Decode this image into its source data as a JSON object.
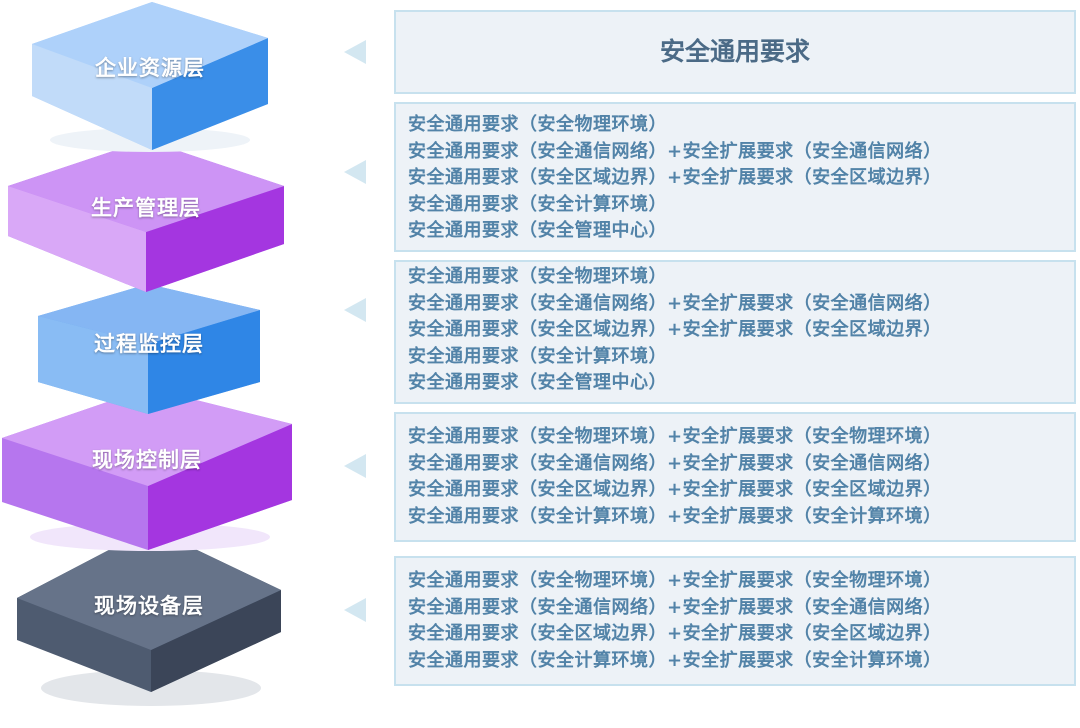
{
  "layers": [
    {
      "label": "企业资源层",
      "color": "#9ec8f6",
      "top_color": "#a9cefa",
      "side_color": "#b9d6f8"
    },
    {
      "label": "生产管理层",
      "color": "#c98cf2",
      "top_color": "#cd94f5",
      "side_color": "#a436e0"
    },
    {
      "label": "过程监控层",
      "color": "#7fb5f2",
      "top_color": "#85b6f3",
      "side_color": "#2f86e6"
    },
    {
      "label": "现场控制层",
      "color": "#c98cf2",
      "top_color": "#d29cf6",
      "side_color": "#a436e0"
    },
    {
      "label": "现场设备层",
      "color": "#5b6a82",
      "top_color": "#5f6d85",
      "side_color": "#3c475a"
    }
  ],
  "panels": [
    {
      "title": "安全通用要求"
    },
    {
      "lines": [
        "安全通用要求（安全物理环境）",
        "安全通用要求（安全通信网络）+安全扩展要求（安全通信网络）",
        "安全通用要求（安全区域边界）+安全扩展要求（安全区域边界）",
        "安全通用要求（安全计算环境）",
        "安全通用要求（安全管理中心）"
      ]
    },
    {
      "lines": [
        "安全通用要求（安全物理环境）",
        "安全通用要求（安全通信网络）+安全扩展要求（安全通信网络）",
        "安全通用要求（安全区域边界）+安全扩展要求（安全区域边界）",
        "安全通用要求（安全计算环境）",
        "安全通用要求（安全管理中心）"
      ]
    },
    {
      "lines": [
        "安全通用要求（安全物理环境）+安全扩展要求（安全物理环境）",
        "安全通用要求（安全通信网络）+安全扩展要求（安全通信网络）",
        "安全通用要求（安全区域边界）+安全扩展要求（安全区域边界）",
        "安全通用要求（安全计算环境）+安全扩展要求（安全计算环境）"
      ]
    },
    {
      "lines": [
        "安全通用要求（安全物理环境）+安全扩展要求（安全物理环境）",
        "安全通用要求（安全通信网络）+安全扩展要求（安全通信网络）",
        "安全通用要求（安全区域边界）+安全扩展要求（安全区域边界）",
        "安全通用要求（安全计算环境）+安全扩展要求（安全计算环境）"
      ]
    }
  ],
  "colors": {
    "panel_bg": "#edf2f7",
    "panel_border": "#c7e1ee",
    "text": "#5283a8",
    "title_text": "#4b6a86",
    "arrow": "#d3e7f1"
  }
}
